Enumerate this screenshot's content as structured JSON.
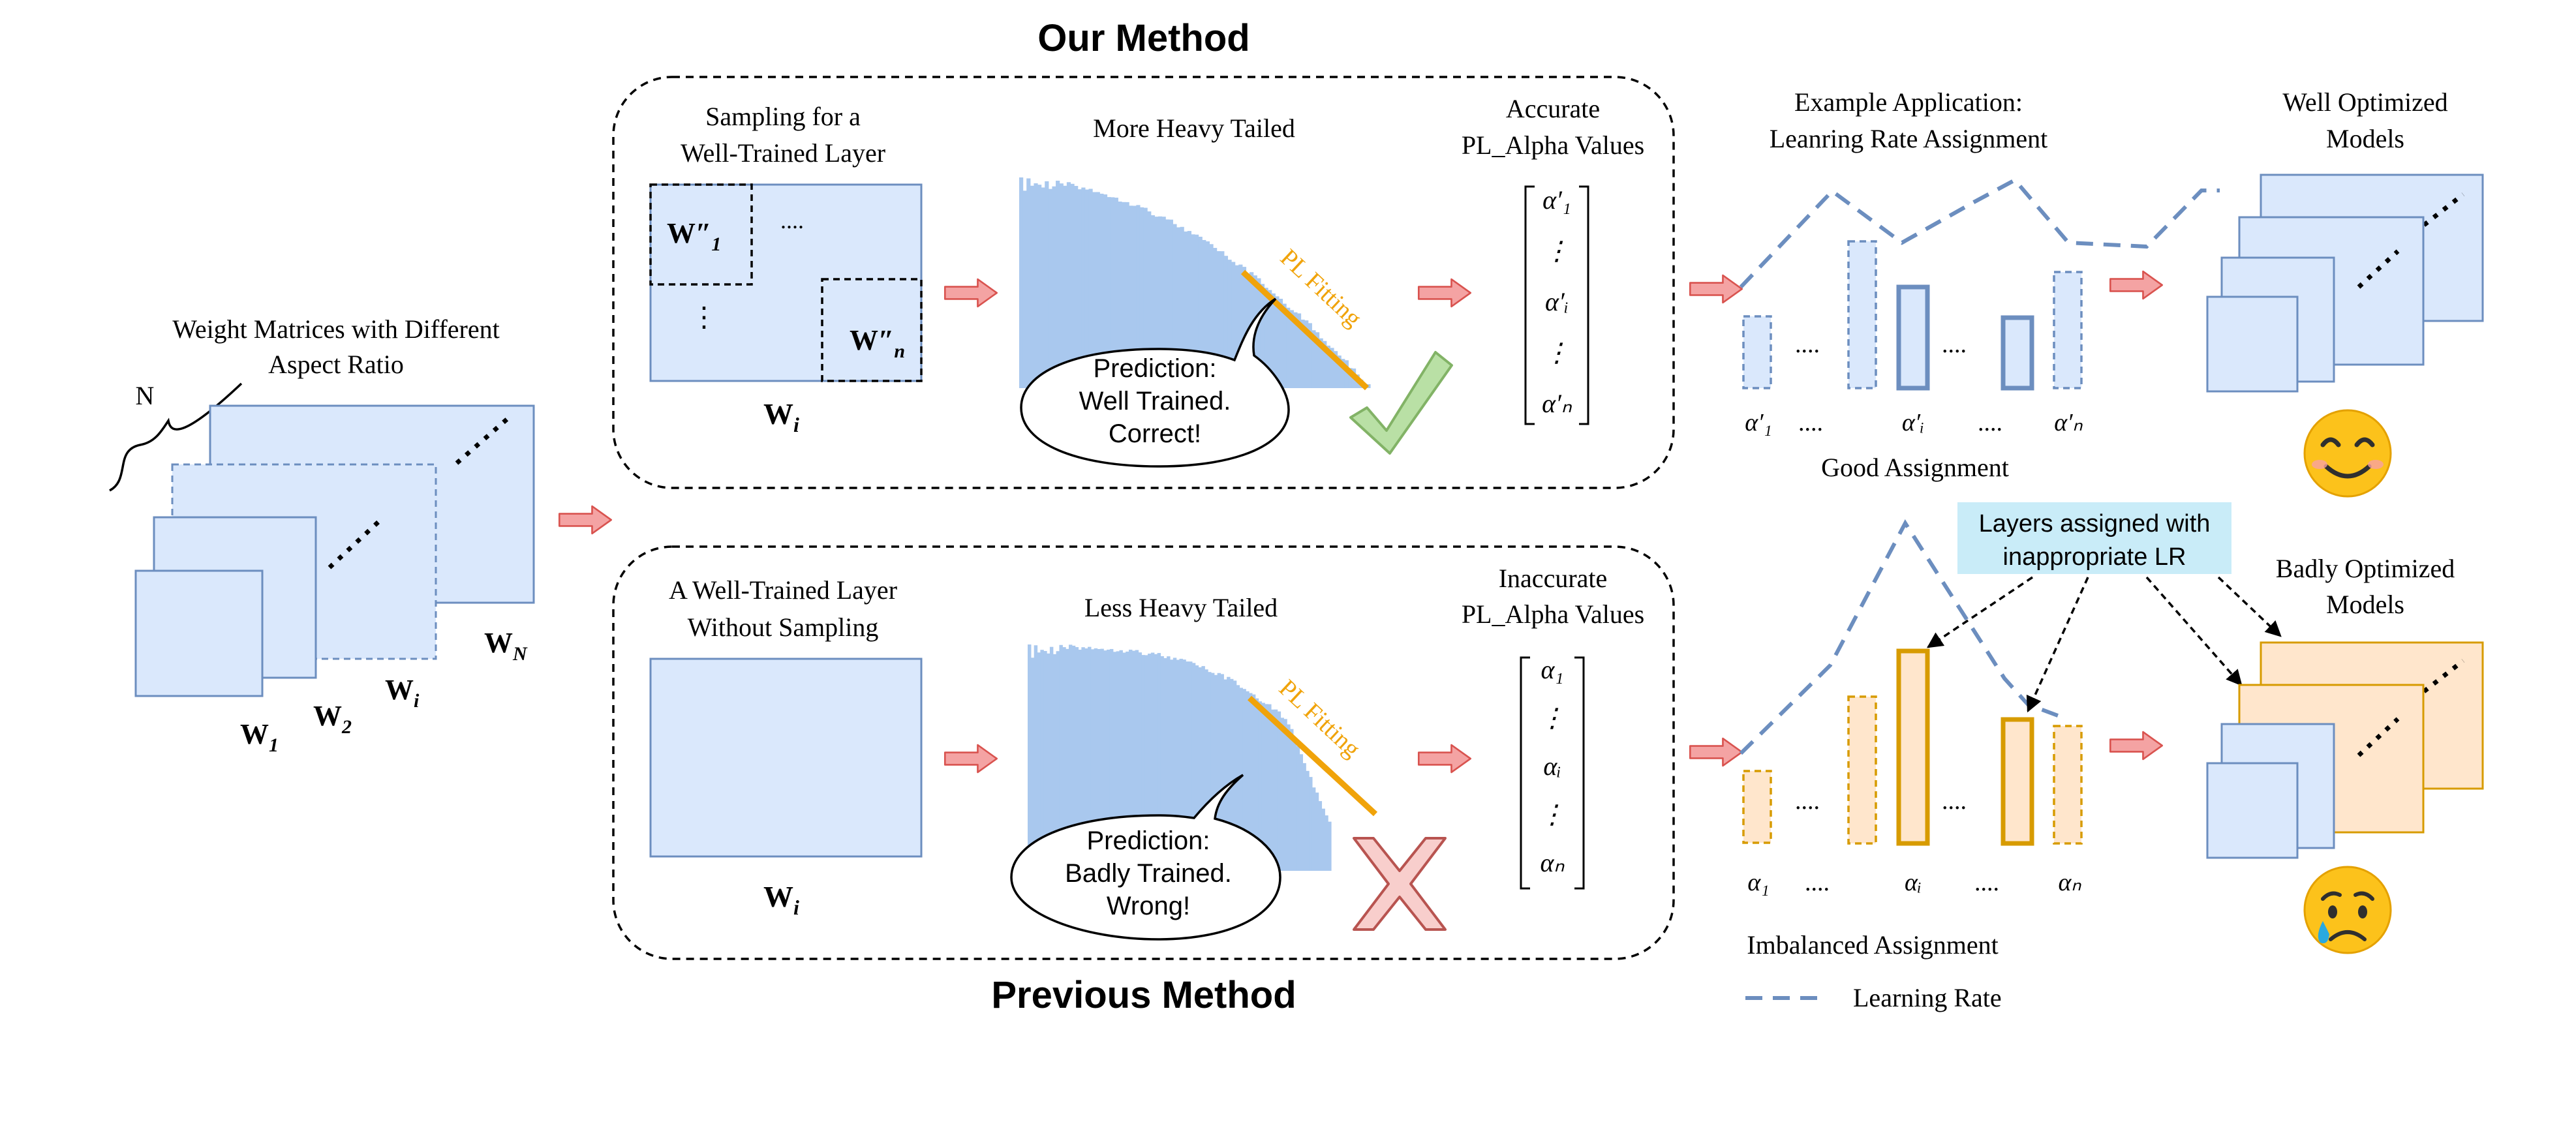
{
  "left": {
    "title_line1": "Weight Matrices with Different",
    "title_line2": "Aspect Ratio",
    "n_label": "N",
    "w1": "W",
    "w1_sub": "1",
    "w2": "W",
    "w2_sub": "2",
    "wi": "W",
    "wi_sub": "i",
    "wn": "W",
    "wn_sub": "N"
  },
  "our_method": {
    "title": "Our Method",
    "sampling_line1": "Sampling for a",
    "sampling_line2": "Well-Trained Layer",
    "sub1": "W″",
    "sub1_idx": "1",
    "subn": "W″",
    "subn_idx": "n",
    "dots": "....",
    "vdots": "⋮",
    "matrix_label": "W",
    "matrix_sub": "i",
    "hist_title": "More Heavy Tailed",
    "pl_fitting": "PL Fitting",
    "bubble_line1": "Prediction:",
    "bubble_line2": "Well Trained.",
    "bubble_line3": "Correct!",
    "vals_line1": "Accurate",
    "vals_line2": "PL_Alpha Values",
    "vec": [
      "α′₁",
      "⋮",
      "α′ᵢ",
      "⋮",
      "α′ₙ"
    ],
    "mark_icon": "checkmark-icon"
  },
  "previous_method": {
    "title": "Previous Method",
    "layer_line1": "A Well-Trained Layer",
    "layer_line2": "Without Sampling",
    "matrix_label": "W",
    "matrix_sub": "i",
    "hist_title": "Less Heavy Tailed",
    "pl_fitting": "PL Fitting",
    "bubble_line1": "Prediction:",
    "bubble_line2": "Badly Trained.",
    "bubble_line3": "Wrong!",
    "vals_line1": "Inaccurate",
    "vals_line2": "PL_Alpha Values",
    "vec": [
      "α₁",
      "⋮",
      "αᵢ",
      "⋮",
      "αₙ"
    ],
    "mark_icon": "cross-icon"
  },
  "application": {
    "title_line1": "Example Application:",
    "title_line2": "Leanring Rate Assignment",
    "good_caption": "Good Assignment",
    "good_labels": [
      "α′₁",
      "....",
      "α′ᵢ",
      "....",
      "α′ₙ"
    ],
    "good_dots": [
      "....",
      "...."
    ],
    "bad_caption": "Imbalanced Assignment",
    "bad_labels": [
      "α₁",
      "....",
      "αᵢ",
      "....",
      "αₙ"
    ],
    "bad_dots": [
      "....",
      "...."
    ],
    "callout": "Layers assigned with inappropriate LR",
    "callout_line1": "Layers assigned with",
    "callout_line2": "inappropriate LR",
    "legend": "Learning Rate"
  },
  "results": {
    "good_line1": "Well Optimized",
    "good_line2": "Models",
    "good_icon": "smiling-face-icon",
    "bad_line1": "Badly Optimized",
    "bad_line2": "Models",
    "bad_icon": "crying-face-icon"
  },
  "colors": {
    "matrix_fill": "#dae8fc",
    "matrix_stroke": "#6c8ebf",
    "hist_fill": "#a9c8ee",
    "pl_line": "#f0a30a",
    "orange_fill": "#ffe6cc",
    "orange_stroke": "#d79b00",
    "arrow_fill": "#f4a3a3",
    "arrow_stroke": "#d9534f",
    "callout_bg": "#c9ecf8",
    "lr_dash": "#6c8ebf"
  }
}
